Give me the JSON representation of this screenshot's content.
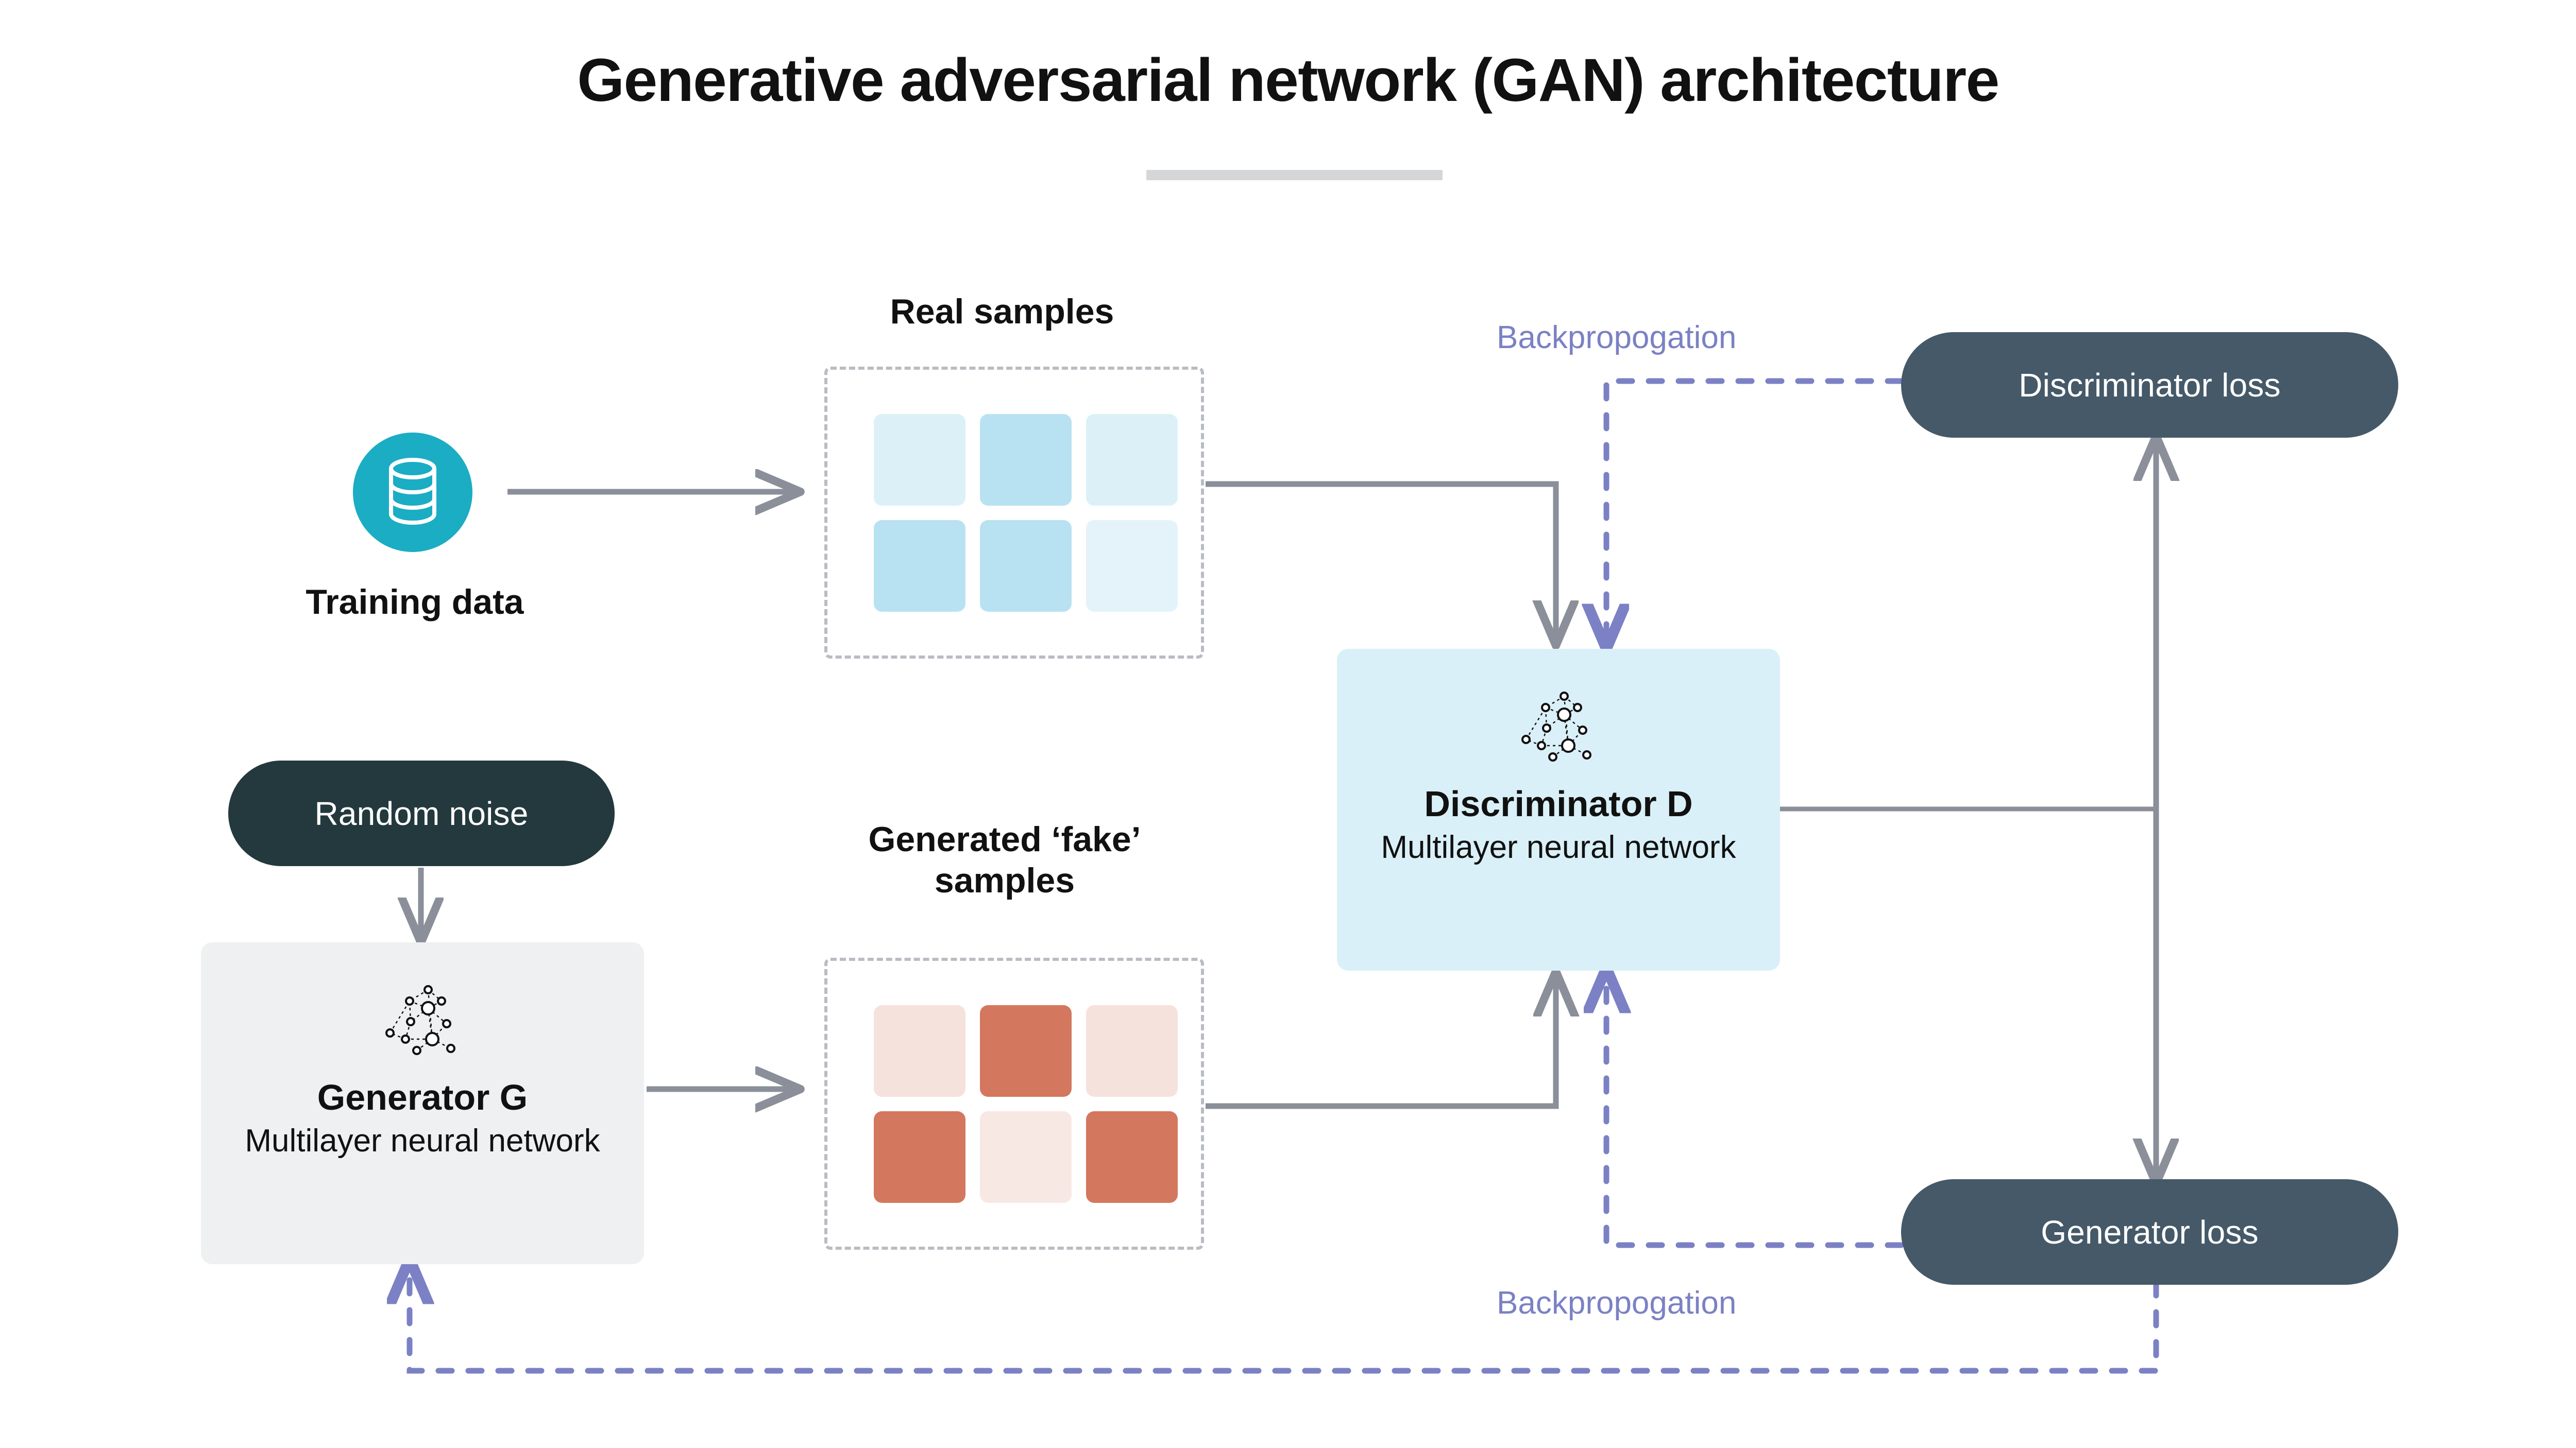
{
  "title": "Generative adversarial network (GAN) architecture",
  "colors": {
    "teal_badge": "#1aadc3",
    "tile_blue_light": "#dcf0f8",
    "tile_blue_medium": "#b8e2f1",
    "tile_orange_pale": "#f6e2dc",
    "tile_orange_dark": "#d4775f",
    "pill_noise": "#23393d",
    "pill_loss": "#455968",
    "card_generator": "#eef0f1",
    "card_discriminator": "#daf0f8",
    "arrow_solid": "#8a8f99",
    "arrow_dashed": "#7b81c4",
    "divider": "#d5d6d8",
    "dashed_border": "#b9bcc2"
  },
  "nodes": {
    "training_data": {
      "label": "Training data",
      "icon": "database-icon"
    },
    "random_noise": {
      "label": "Random noise"
    },
    "generator": {
      "name": "Generator G",
      "subtitle": "Multilayer neural network",
      "icon": "neural-network-icon"
    },
    "discriminator": {
      "name": "Discriminator D",
      "subtitle": "Multilayer neural network",
      "icon": "neural-network-icon"
    },
    "discriminator_loss": {
      "label": "Discriminator loss"
    },
    "generator_loss": {
      "label": "Generator loss"
    }
  },
  "sample_groups": {
    "real": {
      "label": "Real samples",
      "tiles": [
        "#dcf0f8",
        "#b8e2f1",
        "#dcf0f8",
        "#b8e2f1",
        "#b8e2f1",
        "#e4f3fa"
      ]
    },
    "fake": {
      "label": "Generated ‘fake’ samples",
      "label_line1": "Generated ‘fake’",
      "label_line2": "samples",
      "tiles": [
        "#f6e2dc",
        "#d4775f",
        "#f6e2dc",
        "#d4775f",
        "#f8e8e4",
        "#d4775f"
      ]
    }
  },
  "annotations": {
    "backprop_top": "Backpropogation",
    "backprop_bottom": "Backpropogation"
  },
  "edges": [
    {
      "from": "training_data",
      "to": "real_samples",
      "style": "solid"
    },
    {
      "from": "real_samples",
      "to": "discriminator",
      "style": "solid"
    },
    {
      "from": "random_noise",
      "to": "generator",
      "style": "solid"
    },
    {
      "from": "generator",
      "to": "fake_samples",
      "style": "solid"
    },
    {
      "from": "fake_samples",
      "to": "discriminator",
      "style": "solid"
    },
    {
      "from": "discriminator",
      "to": "discriminator_loss",
      "style": "solid"
    },
    {
      "from": "discriminator",
      "to": "generator_loss",
      "style": "solid"
    },
    {
      "from": "discriminator_loss",
      "to": "discriminator",
      "style": "dashed",
      "label": "Backpropogation"
    },
    {
      "from": "generator_loss",
      "to": "discriminator",
      "style": "dashed"
    },
    {
      "from": "generator_loss",
      "to": "generator",
      "style": "dashed",
      "label": "Backpropogation"
    }
  ]
}
